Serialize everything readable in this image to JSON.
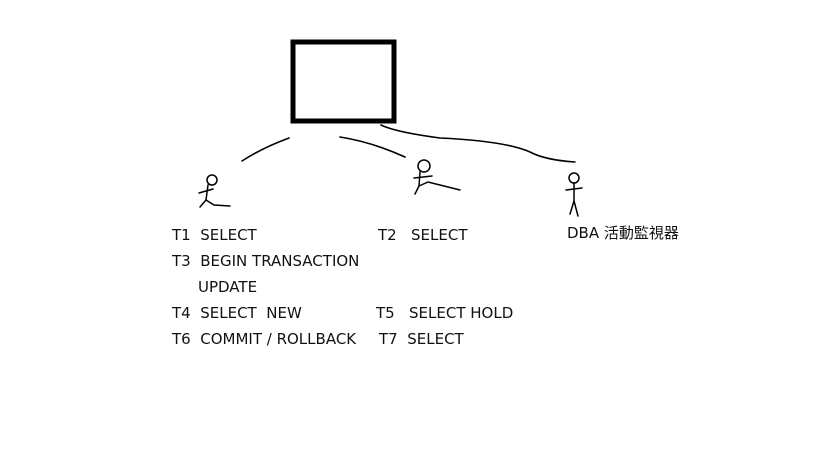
{
  "diagram": {
    "database_box": {
      "label": ""
    },
    "users": [
      {
        "role": "user-1"
      },
      {
        "role": "user-2"
      },
      {
        "role": "dba",
        "caption": "DBA 活動監視器"
      }
    ],
    "transactions": {
      "t1": "T1  SELECT",
      "t2": "T2   SELECT",
      "t3": "T3  BEGIN TRANSACTION",
      "t3_update": "UPDATE",
      "t4": "T4  SELECT  NEW",
      "t5": "T5   SELECT HOLD",
      "t6": "T6  COMMIT / ROLLBACK",
      "t7": "T7  SELECT"
    }
  },
  "colors": {
    "ink": "#111111",
    "background": "#ffffff"
  }
}
